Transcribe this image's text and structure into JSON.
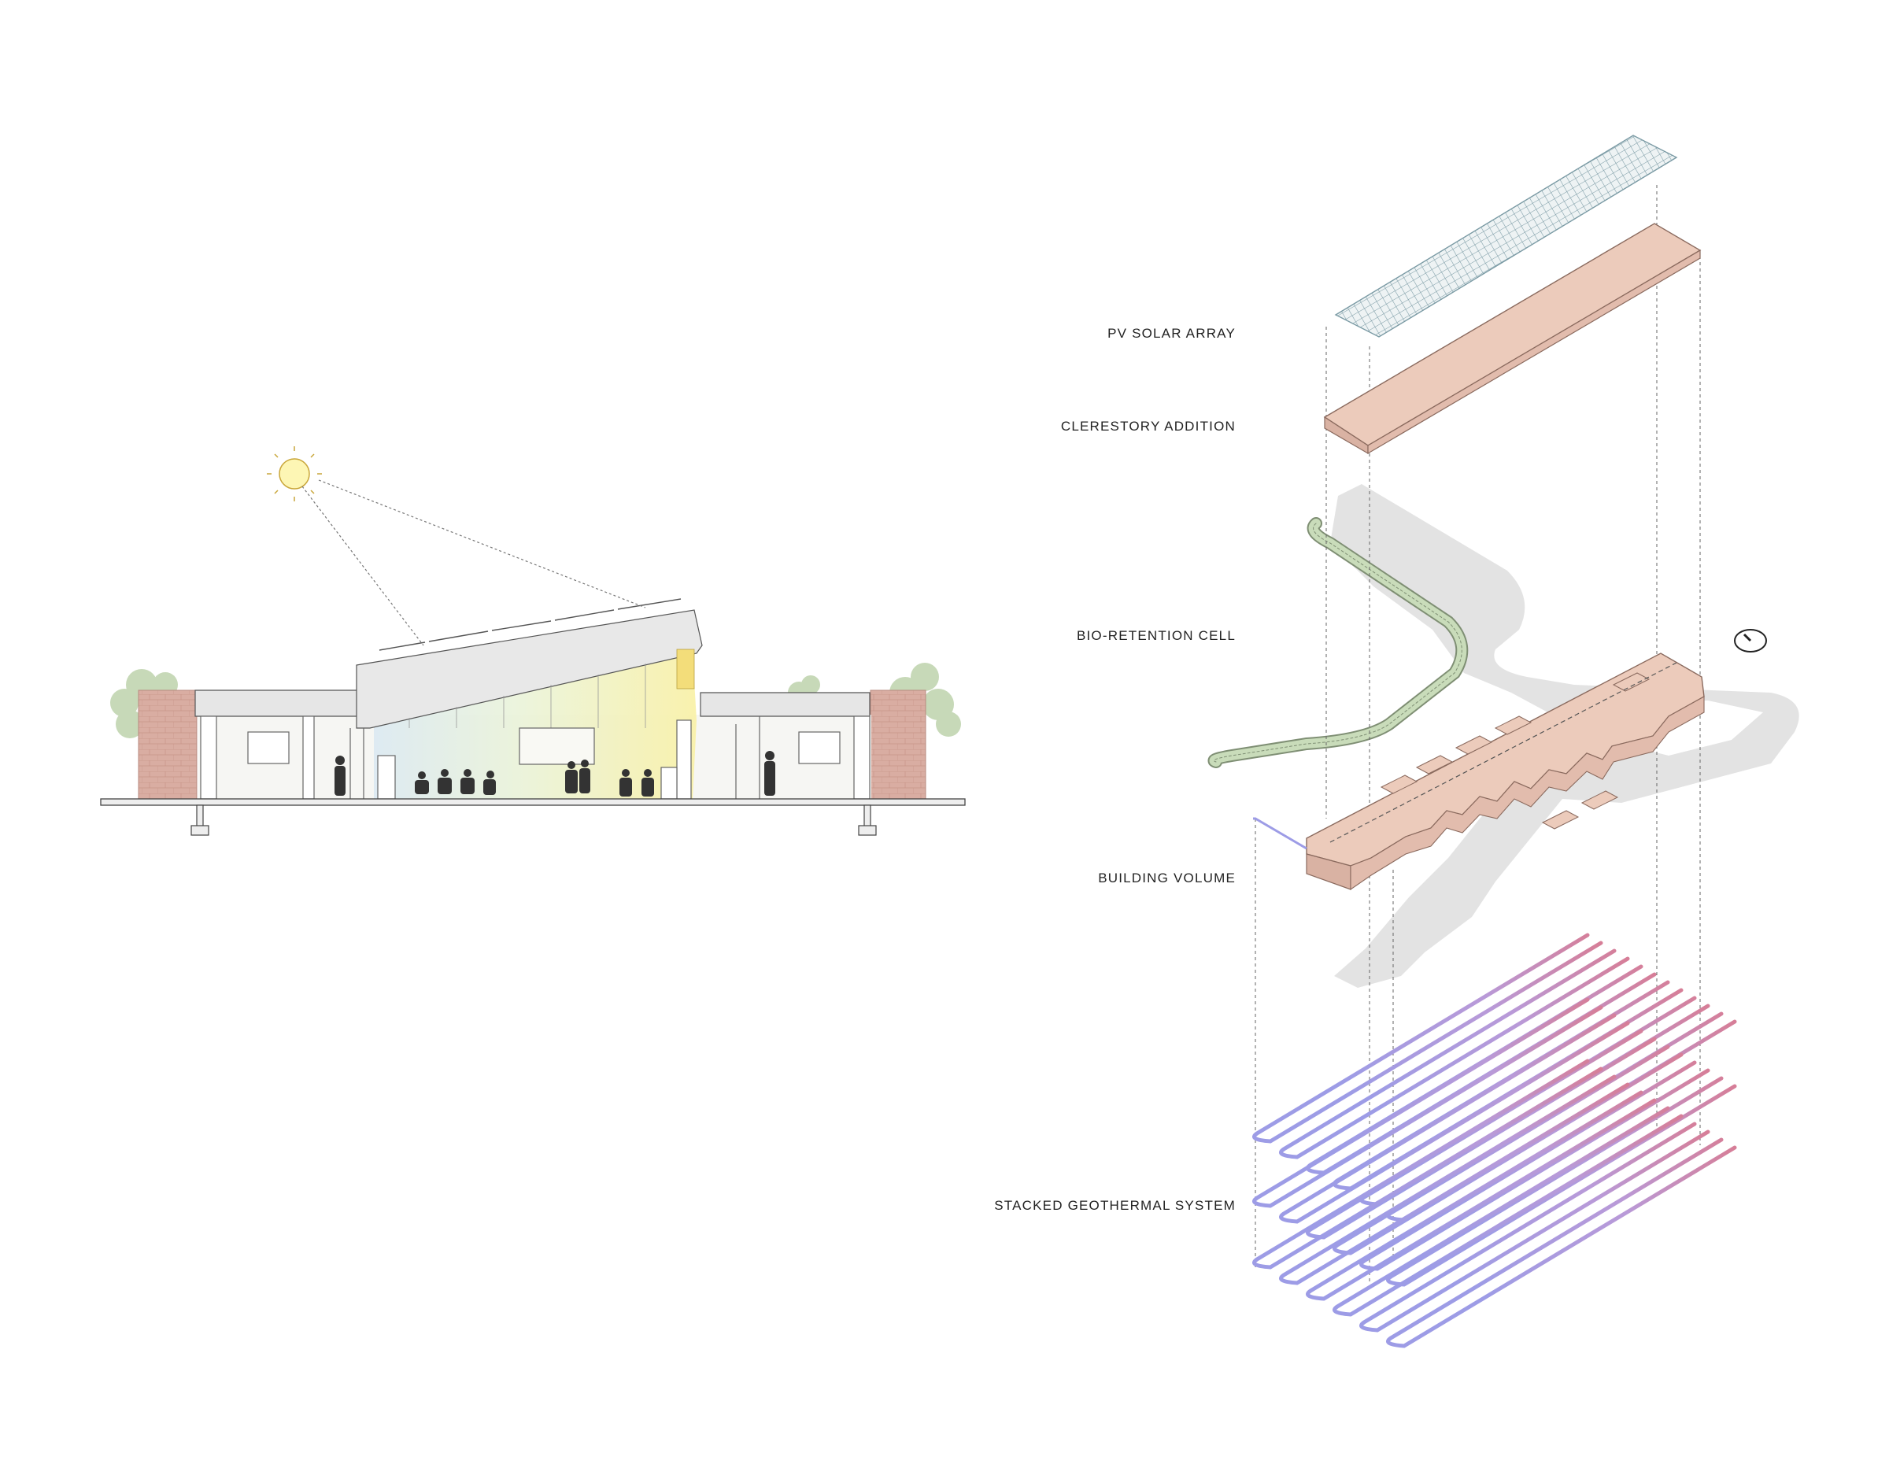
{
  "labels": {
    "pv_solar_array": "PV SOLAR ARRAY",
    "clerestory_addition": "CLERESTORY ADDITION",
    "bio_retention_cell": "BIO-RETENTION CELL",
    "building_volume": "BUILDING VOLUME",
    "stacked_geothermal_system": "STACKED GEOTHERMAL SYSTEM"
  },
  "colors": {
    "building_fill": "#eccbbb",
    "building_stroke": "#8a6a5e",
    "brick": "#d9ada2",
    "pv_grid": "#7a9aa4",
    "shadow": "#e3e3e3",
    "bio_green": "#9bbd8a",
    "geo_cool": "#9d9ce6",
    "geo_warm": "#e07583",
    "sun": "#fdf6b4",
    "sun_stroke": "#c9a63a",
    "tree": "#c7d9b8",
    "figures": "#333333"
  },
  "icons": {
    "sun": "sun-icon",
    "north_arrow": "north-arrow-icon"
  }
}
